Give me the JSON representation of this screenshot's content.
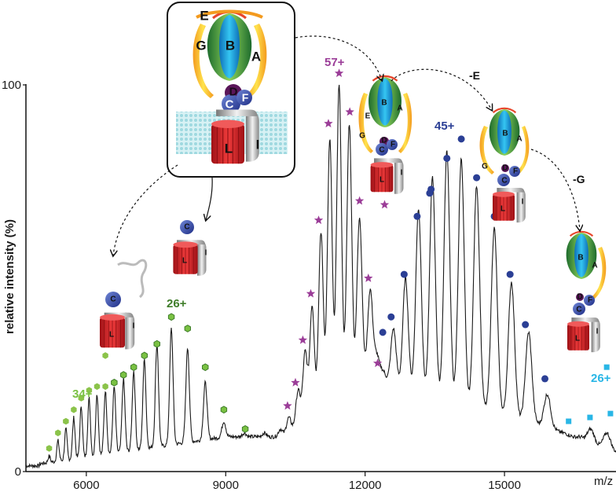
{
  "chart_data": {
    "type": "line",
    "title": "",
    "xlabel": "m/z",
    "ylabel": "relative intensity (%)",
    "xlim": [
      4700,
      17400
    ],
    "ylim": [
      0,
      100
    ],
    "x_ticks": [
      6000,
      9000,
      12000,
      15000
    ],
    "y_ticks": [
      0,
      100
    ],
    "grid": false,
    "line_color": "#1a1a1a",
    "spectrum_peaks": [
      {
        "mz": 5200,
        "intensity": 4
      },
      {
        "mz": 5390,
        "intensity": 8
      },
      {
        "mz": 5560,
        "intensity": 11
      },
      {
        "mz": 5730,
        "intensity": 14
      },
      {
        "mz": 5890,
        "intensity": 17
      },
      {
        "mz": 6060,
        "intensity": 19
      },
      {
        "mz": 6230,
        "intensity": 20
      },
      {
        "mz": 6410,
        "intensity": 21
      },
      {
        "mz": 6600,
        "intensity": 22
      },
      {
        "mz": 6800,
        "intensity": 24
      },
      {
        "mz": 7020,
        "intensity": 26
      },
      {
        "mz": 7250,
        "intensity": 29
      },
      {
        "mz": 7520,
        "intensity": 33
      },
      {
        "mz": 7830,
        "intensity": 37
      },
      {
        "mz": 8180,
        "intensity": 32
      },
      {
        "mz": 8560,
        "intensity": 23
      },
      {
        "mz": 8960,
        "intensity": 13
      },
      {
        "mz": 9400,
        "intensity": 10
      },
      {
        "mz": 9830,
        "intensity": 10
      },
      {
        "mz": 10180,
        "intensity": 11
      },
      {
        "mz": 10360,
        "intensity": 14
      },
      {
        "mz": 10560,
        "intensity": 21
      },
      {
        "mz": 10710,
        "intensity": 31
      },
      {
        "mz": 10860,
        "intensity": 43
      },
      {
        "mz": 11050,
        "intensity": 62
      },
      {
        "mz": 11240,
        "intensity": 86
      },
      {
        "mz": 11440,
        "intensity": 100
      },
      {
        "mz": 11660,
        "intensity": 90
      },
      {
        "mz": 11880,
        "intensity": 66
      },
      {
        "mz": 12110,
        "intensity": 47
      },
      {
        "mz": 12250,
        "intensity": 30
      },
      {
        "mz": 12380,
        "intensity": 26
      },
      {
        "mz": 12610,
        "intensity": 37
      },
      {
        "mz": 12870,
        "intensity": 50
      },
      {
        "mz": 13150,
        "intensity": 68
      },
      {
        "mz": 13450,
        "intensity": 76
      },
      {
        "mz": 13760,
        "intensity": 83
      },
      {
        "mz": 14070,
        "intensity": 81
      },
      {
        "mz": 14400,
        "intensity": 74
      },
      {
        "mz": 14780,
        "intensity": 63
      },
      {
        "mz": 15150,
        "intensity": 49
      },
      {
        "mz": 15520,
        "intensity": 36
      },
      {
        "mz": 15920,
        "intensity": 20
      },
      {
        "mz": 16200,
        "intensity": 10
      },
      {
        "mz": 16400,
        "intensity": 8
      },
      {
        "mz": 16600,
        "intensity": 9
      },
      {
        "mz": 16850,
        "intensity": 11
      },
      {
        "mz": 17200,
        "intensity": 10
      }
    ],
    "series": [
      {
        "name": "34+",
        "marker": "hexagon",
        "color": "#8bc34a",
        "points": [
          [
            5200,
            6
          ],
          [
            5390,
            10
          ],
          [
            5560,
            13
          ],
          [
            5730,
            16
          ],
          [
            5890,
            19
          ],
          [
            6060,
            21
          ],
          [
            6230,
            22
          ],
          [
            6410,
            22
          ],
          [
            6410,
            30
          ]
        ]
      },
      {
        "name": "26+",
        "marker": "hexagon-outline",
        "color": "#3f7d2a",
        "points": [
          [
            6600,
            23
          ],
          [
            6800,
            25
          ],
          [
            7020,
            27
          ],
          [
            7250,
            30
          ],
          [
            7520,
            33
          ],
          [
            7830,
            40
          ],
          [
            8180,
            37
          ],
          [
            8560,
            27
          ],
          [
            8960,
            16
          ],
          [
            9420,
            11
          ]
        ]
      },
      {
        "name": "57+",
        "marker": "star",
        "color": "#9b3d98",
        "points": [
          [
            10330,
            17
          ],
          [
            10500,
            23
          ],
          [
            10660,
            34
          ],
          [
            10830,
            46
          ],
          [
            11000,
            65
          ],
          [
            11210,
            90
          ],
          [
            11440,
            103
          ],
          [
            11670,
            93
          ],
          [
            11880,
            70
          ],
          [
            12070,
            50
          ],
          [
            12270,
            28
          ],
          [
            12420,
            69
          ]
        ]
      },
      {
        "name": "45+",
        "marker": "circle",
        "color": "#2b3f95",
        "points": [
          [
            12380,
            36
          ],
          [
            12560,
            40
          ],
          [
            12840,
            51
          ],
          [
            13120,
            66
          ],
          [
            13420,
            73
          ],
          [
            13760,
            81
          ],
          [
            14070,
            86
          ],
          [
            14400,
            76
          ],
          [
            14780,
            66
          ],
          [
            15120,
            51
          ],
          [
            15450,
            38
          ],
          [
            15870,
            24
          ],
          [
            13390,
            72
          ]
        ]
      },
      {
        "name": "26+",
        "marker": "square",
        "color": "#29b6e6",
        "points": [
          [
            16380,
            13
          ],
          [
            16840,
            14
          ],
          [
            17280,
            15
          ],
          [
            17200,
            27
          ]
        ]
      }
    ],
    "charge_labels": [
      {
        "text": "34+",
        "color": "#7ac143"
      },
      {
        "text": "26+",
        "color": "#3f7d2a"
      },
      {
        "text": "57+",
        "color": "#9b3d98"
      },
      {
        "text": "45+",
        "color": "#2b3f95"
      },
      {
        "text": "26+",
        "color": "#29b6e6"
      }
    ]
  },
  "diagram": {
    "subunits_main": [
      "E",
      "B",
      "G",
      "A",
      "D",
      "F",
      "C",
      "L",
      "I"
    ],
    "complex_1": [
      "B",
      "A",
      "E",
      "G",
      "D",
      "F",
      "C",
      "L",
      "I"
    ],
    "complex_2": [
      "B",
      "A",
      "G",
      "D",
      "F",
      "C",
      "L",
      "I"
    ],
    "complex_3": [
      "B",
      "A",
      "D",
      "F",
      "C",
      "L",
      "I"
    ],
    "subcomplex_cl": [
      "C",
      "L",
      "I"
    ],
    "subcomplex_tail": [
      "C",
      "L",
      "I"
    ],
    "losses": [
      "-E",
      "-G"
    ]
  }
}
